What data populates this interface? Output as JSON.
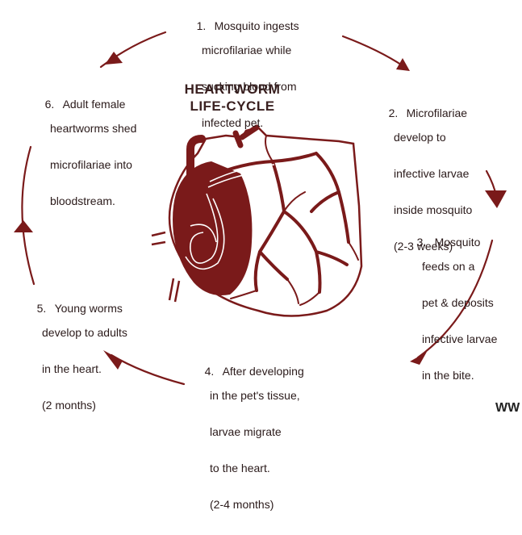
{
  "diagram": {
    "title_line1": "HEARTWORM",
    "title_line2": "LIFE-CYCLE",
    "steps": [
      {
        "num": "1.",
        "lines": [
          "Mosquito ingests",
          "microfilariae while",
          "sucking blood from",
          "infected pet."
        ]
      },
      {
        "num": "2.",
        "lines": [
          "Microfilariae",
          "develop to",
          "infective larvae",
          "inside mosquito",
          "(2-3 weeks)"
        ]
      },
      {
        "num": "3.",
        "lines": [
          "Mosquito",
          "feeds on a",
          "pet & deposits",
          "infective larvae",
          "in the bite."
        ]
      },
      {
        "num": "4.",
        "lines": [
          "After developing",
          "in the pet's tissue,",
          "larvae migrate",
          "to the heart.",
          "(2-4 months)"
        ]
      },
      {
        "num": "5.",
        "lines": [
          "Young worms",
          "develop to adults",
          "in the heart.",
          "(2 months)"
        ]
      },
      {
        "num": "6.",
        "lines": [
          "Adult female",
          "heartworms shed",
          "microfilariae into",
          "bloodstream."
        ]
      }
    ],
    "watermark": "WW",
    "colors": {
      "accent": "#7a1a1a",
      "ink": "#2a1a1a",
      "background": "#ffffff"
    }
  }
}
